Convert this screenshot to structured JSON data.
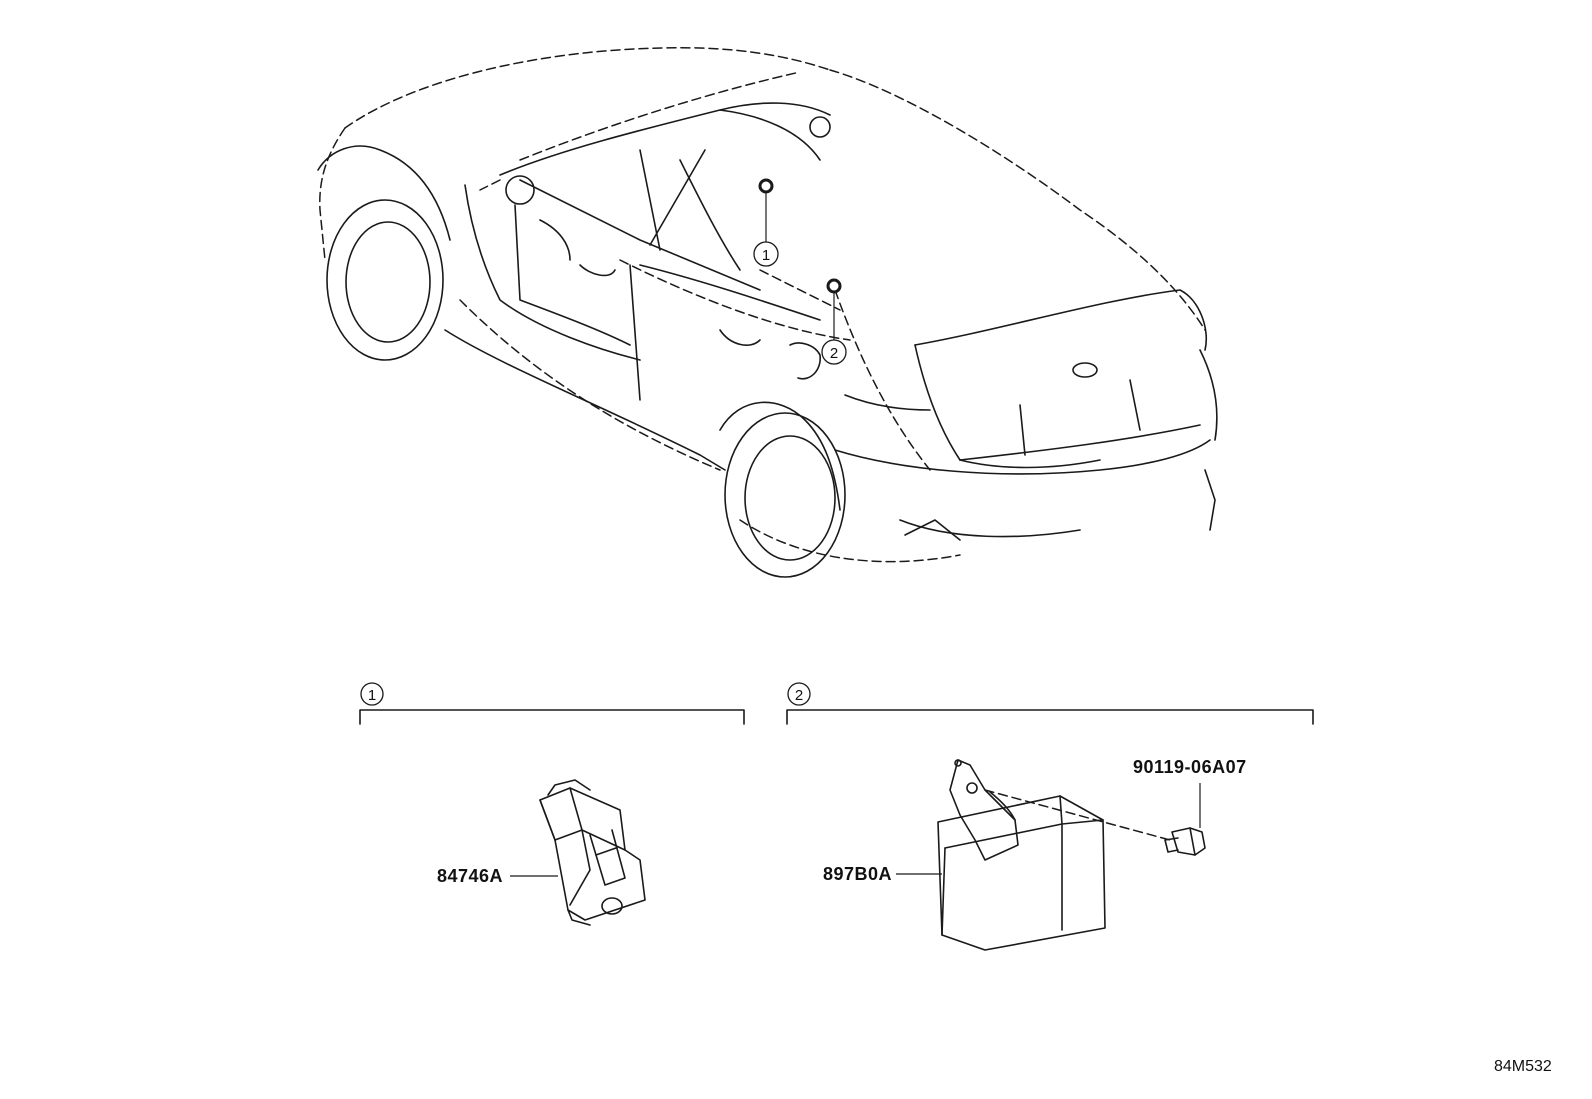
{
  "callouts": {
    "one": "1",
    "two": "2"
  },
  "groups": {
    "group1": {
      "number": "1",
      "part": "84746A"
    },
    "group2": {
      "number": "2",
      "parts": [
        "897B0A",
        "90119-06A07"
      ]
    }
  },
  "diagram_code": "84M532",
  "colors": {
    "line": "#1a1a1a",
    "background": "#ffffff"
  }
}
